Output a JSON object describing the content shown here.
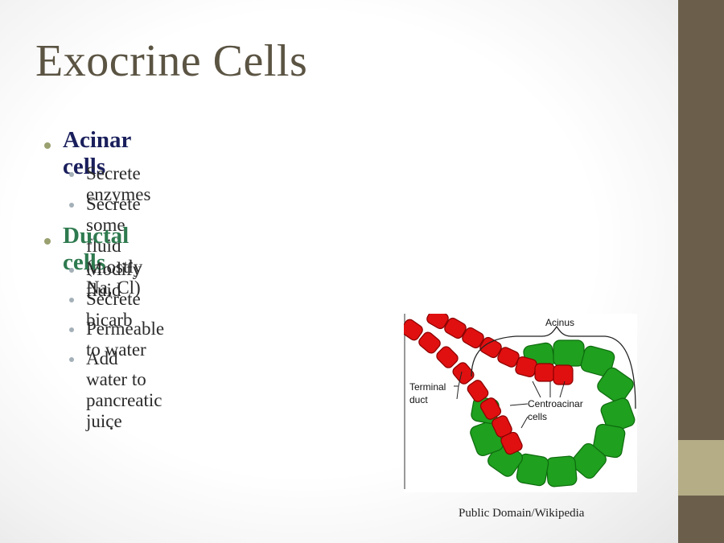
{
  "slide": {
    "title": "Exocrine Cells",
    "bullets": [
      {
        "label": "Acinar cells",
        "children": [
          "Secrete enzymes",
          "Secrete some fluid (mostly Na, Cl)"
        ]
      },
      {
        "label": "Ductal cells",
        "children": [
          "Modify fluid",
          "Secrete bicarb",
          "Permeable to water",
          "Add water to pancreatic juice"
        ]
      }
    ]
  },
  "figure": {
    "labels": {
      "acinus": "Acinus",
      "terminal_duct_line1": "Terminal",
      "terminal_duct_line2": "duct",
      "centroacinar_line1": "Centroacinar",
      "centroacinar_line2": "cells"
    },
    "credit": "Public Domain/Wikipedia"
  },
  "colors": {
    "title": "#5b5443",
    "acinar_heading": "#1a1f5c",
    "ductal_heading": "#2e7a4f",
    "sidebar": "#6b5f4c",
    "sidebar_band": "#b5ad86",
    "acinar_cell": "#1fa01f",
    "duct_cell": "#e01010"
  }
}
